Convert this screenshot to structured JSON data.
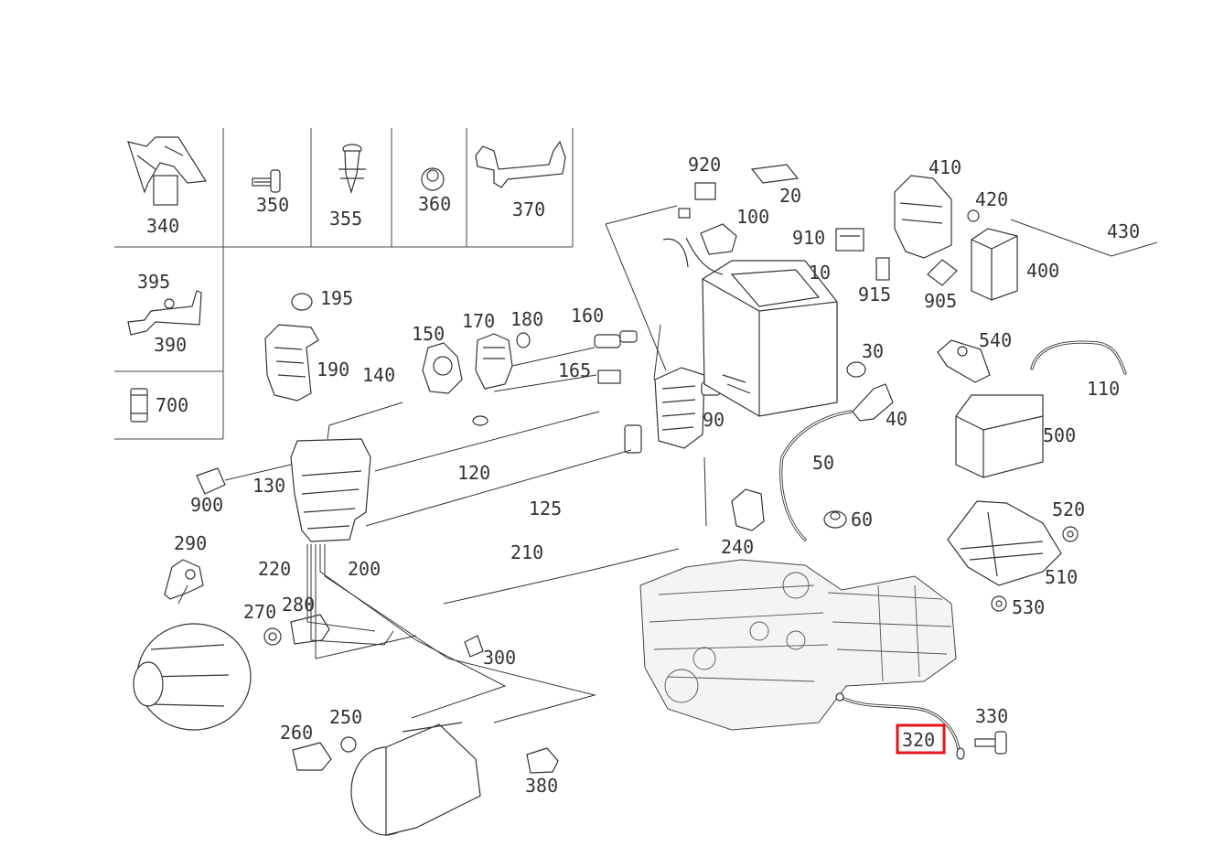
{
  "diagram": {
    "highlighted_part": "320",
    "highlight_color": "#e8141b",
    "labels": {
      "340": "340",
      "350": "350",
      "355": "355",
      "360": "360",
      "370": "370",
      "395": "395",
      "390": "390",
      "700": "700",
      "195": "195",
      "190": "190",
      "140": "140",
      "150": "150",
      "170": "170",
      "180": "180",
      "160": "160",
      "165": "165",
      "130": "130",
      "120": "120",
      "125": "125",
      "900": "900",
      "90": "90",
      "920": "920",
      "20": "20",
      "100": "100",
      "910": "910",
      "10": "10",
      "915": "915",
      "410": "410",
      "420": "420",
      "430": "430",
      "400": "400",
      "905": "905",
      "30": "30",
      "40": "40",
      "50": "50",
      "60": "60",
      "540": "540",
      "110": "110",
      "500": "500",
      "520": "520",
      "510": "510",
      "530": "530",
      "240": "240",
      "210": "210",
      "290": "290",
      "220": "220",
      "200": "200",
      "270": "270",
      "280": "280",
      "300": "300",
      "250": "250",
      "260": "260",
      "380": "380",
      "330": "330",
      "320": "320"
    }
  }
}
